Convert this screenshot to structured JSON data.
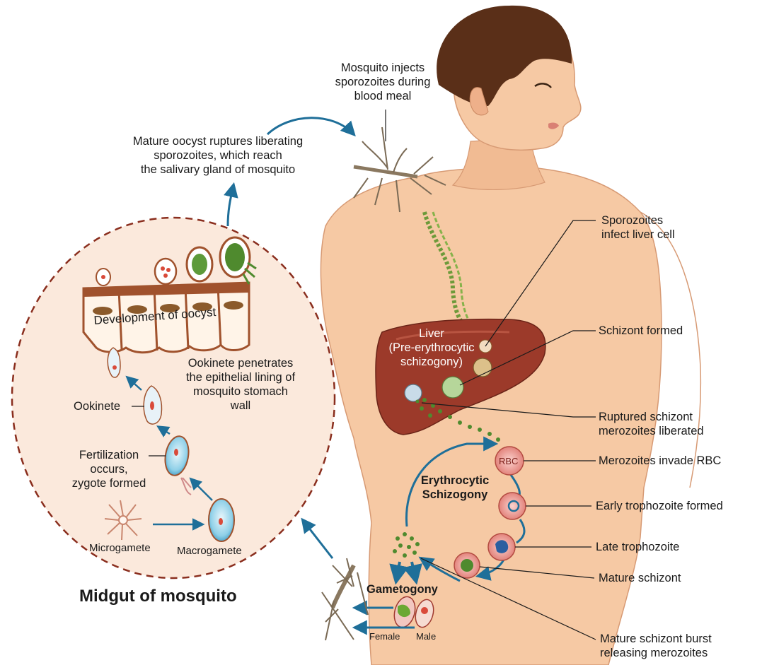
{
  "labels": {
    "mosquito_injects": [
      "Mosquito injects",
      "sporozoites during",
      "blood meal"
    ],
    "mature_oocyst": [
      "Mature oocyst ruptures liberating",
      "sporozoites, which reach",
      "the salivary gland of mosquito"
    ],
    "development_of_oocyst": "Development of oocyst",
    "ookinete_penetrates": [
      "Ookinete penetrates",
      "the epithelial lining of",
      "mosquito stomach",
      "wall"
    ],
    "ookinete": "Ookinete",
    "fertilization": [
      "Fertilization",
      "occurs,",
      "zygote formed"
    ],
    "microgamete": "Microgamete",
    "macrogamete": "Macrogamete",
    "midgut_title": "Midgut of mosquito",
    "liver": [
      "Liver",
      "(Pre-erythrocytic",
      "schizogony)"
    ],
    "sporozoites_infect": [
      "Sporozoites",
      "infect liver cell"
    ],
    "schizont_formed": "Schizont formed",
    "ruptured_schizont": [
      "Ruptured schizont",
      "merozoites liberated"
    ],
    "rbc": "RBC",
    "merozoites_invade": "Merozoites invade RBC",
    "erythrocytic": [
      "Erythrocytic",
      "Schizogony"
    ],
    "early_trophozoite": "Early trophozoite formed",
    "late_trophozoite": "Late trophozoite",
    "mature_schizont": "Mature schizont",
    "gametogony": "Gametogony",
    "female": "Female",
    "male": "Male",
    "schizont_burst": [
      "Mature schizont burst",
      "releasing merozoites"
    ]
  },
  "colors": {
    "arrow": "#1f6f99",
    "skin": "#f6c9a4",
    "hair": "#5a2f18",
    "liver": "#9c3a2a",
    "parasite_green": "#4f8a2e",
    "dashed_circle": "#8a2e1e",
    "circle_fill": "#fbe9dc",
    "epithelium": "#a0522d"
  }
}
